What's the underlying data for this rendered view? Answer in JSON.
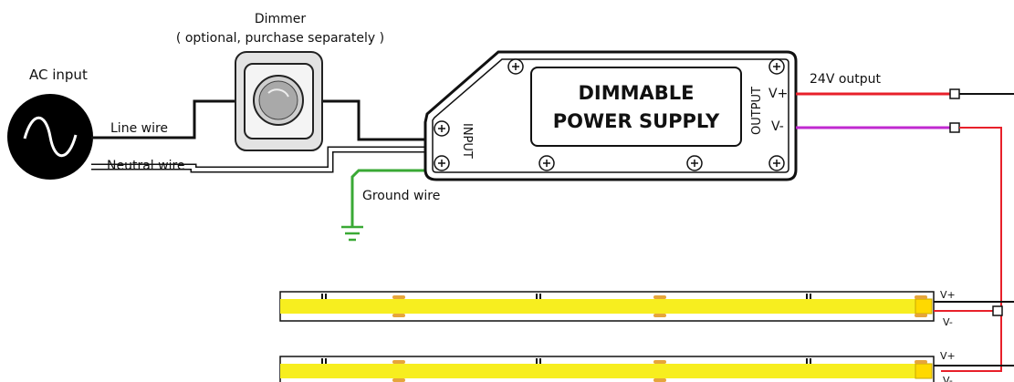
{
  "labels": {
    "dimmer": "Dimmer",
    "dimmer_note": "( optional, purchase separately )",
    "ac_input": "AC input",
    "line_wire": "Line wire",
    "neutral_wire": "Neutral wire",
    "ground_wire": "Ground wire",
    "output_24v": "24V output",
    "psu_line1": "DIMMABLE",
    "psu_line2": "POWER SUPPLY",
    "input_vertical": "INPUT",
    "output_vertical": "OUTPUT",
    "psu_vplus": "V+",
    "psu_vminus": "V-",
    "strip1_vplus": "V+",
    "strip1_vminus": "V-",
    "strip2_vplus": "V+",
    "strip2_vminus": "V-"
  },
  "colors": {
    "positive_wire": "#e8202a",
    "negative_wire": "#c02ad0",
    "ground_wire": "#3aa935",
    "strip_fill": "#f7ee1f",
    "dimmer_panel": "#e3e3e3",
    "psu_fill": "#ffffff"
  },
  "icons": {
    "ac_source": "sine-wave-icon",
    "ground": "ground-symbol-icon",
    "screw": "screw-plus-icon"
  }
}
